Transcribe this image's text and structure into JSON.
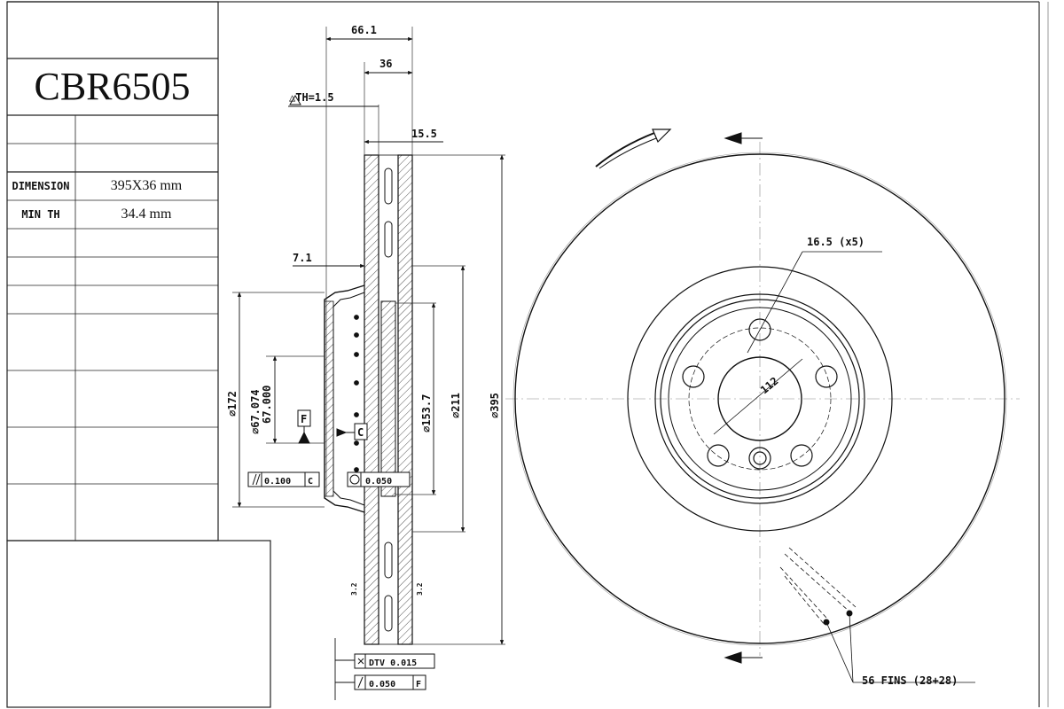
{
  "title_block": {
    "part_number": "CBR6505",
    "rows": [
      {
        "label": "DIMENSION",
        "value": "395X36 mm"
      },
      {
        "label": "MIN TH",
        "value": "34.4 mm"
      }
    ]
  },
  "dimensions": {
    "overall_width": "66.1",
    "disc_thickness": "36",
    "th_note": "△TH=1.5",
    "cheek": "15.5",
    "offset": "7.1",
    "hat_dia": "⌀172",
    "bore_dia_a": "⌀67.074",
    "bore_dia_b": "67.000",
    "inner_dia": "⌀153.7",
    "mid_dia": "⌀211",
    "outer_dia": "⌀395",
    "bolt_hole": "16.5 (x5)",
    "pcd": "112",
    "fins": "56 FINS (28+28)"
  },
  "datums": {
    "f": "F",
    "c": "C"
  },
  "tolerances": {
    "parallel": "0.100",
    "parallel_ref": "C",
    "runout": "0.050",
    "dtv": "DTV 0.015",
    "flat": "0.050",
    "flat_ref": "F",
    "finish_a": "3.2",
    "finish_b": "3.2"
  }
}
